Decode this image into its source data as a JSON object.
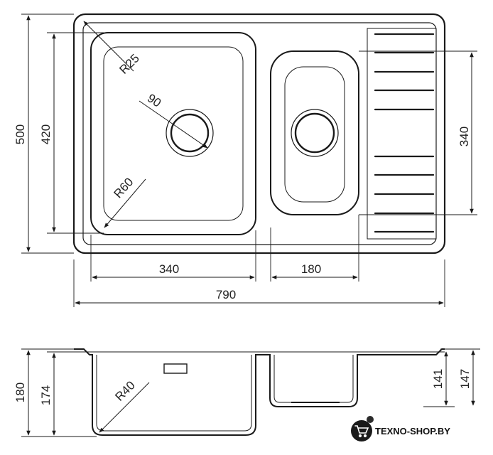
{
  "top_view": {
    "overall_width": "790",
    "overall_depth": "500",
    "bowl_depth": "420",
    "main_bowl_width": "340",
    "small_bowl_width": "180",
    "small_bowl_depth": "340",
    "corner_radius_top": "R25",
    "drain_diameter": "90",
    "corner_radius_bottom": "R60"
  },
  "side_view": {
    "overall_height": "180",
    "main_bowl_height": "174",
    "bowl_corner_radius": "R40",
    "small_bowl_height_a": "141",
    "small_bowl_height_b": "147"
  },
  "watermark": {
    "text": "TEXNO-SHOP.BY",
    "colors": {
      "circle": "#1a1a1a",
      "bubble": "#2b2b2b"
    }
  }
}
